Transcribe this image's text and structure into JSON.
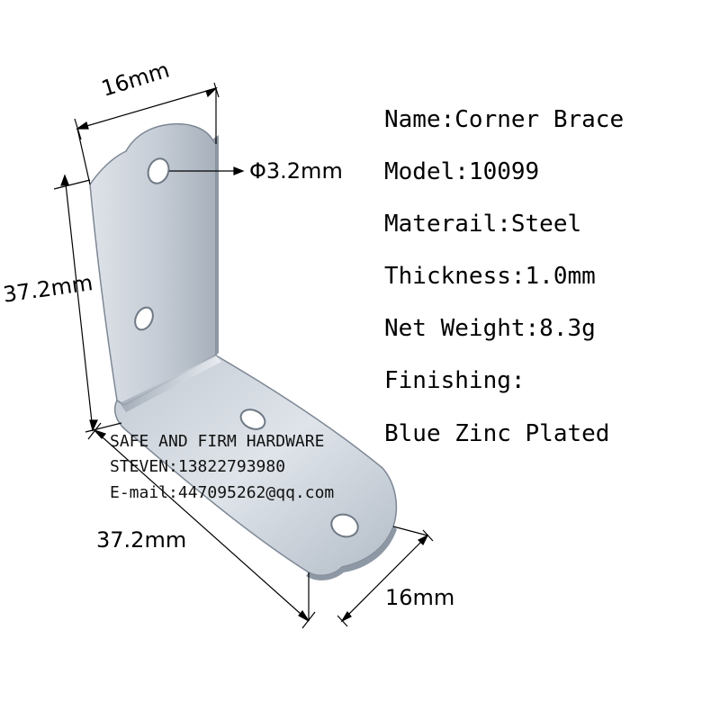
{
  "dimensions": {
    "top_width": "16mm",
    "left_height": "37.2mm",
    "bottom_length": "37.2mm",
    "bottom_width": "16mm",
    "hole_diameter": "Φ3.2mm"
  },
  "specs": {
    "name": "Name:Corner Brace",
    "model": "Model:10099",
    "material": "Materail:Steel",
    "thickness": "Thickness:1.0mm",
    "net_weight": "Net Weight:8.3g",
    "finishing_label": "Finishing:",
    "finishing_value": "Blue Zinc Plated"
  },
  "watermark": {
    "company": "SAFE AND FIRM HARDWARE",
    "contact": "STEVEN:13822793980",
    "email": "E-mail:447095262@qq.com"
  },
  "colors": {
    "metal_light": "#e4e8ee",
    "metal_mid": "#b9c2cd",
    "metal_dark": "#8d97a3",
    "dimension_line": "#000000"
  }
}
